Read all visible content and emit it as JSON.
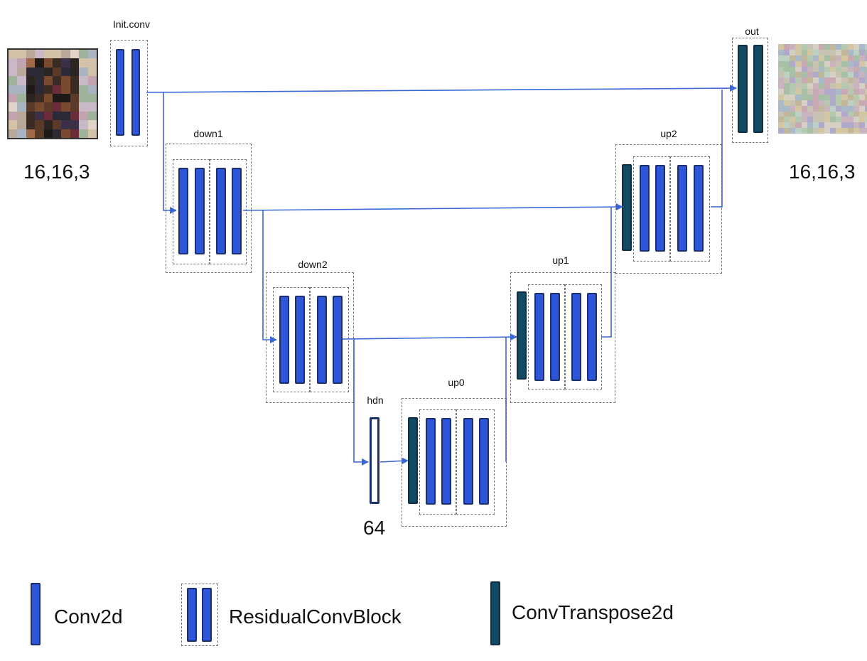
{
  "colors": {
    "conv2d": "#2f56d8",
    "conv_transpose": "#134a63",
    "arrow": "#3a67d6"
  },
  "labels": {
    "init_conv": "Init.conv",
    "down1": "down1",
    "down2": "down2",
    "hdn": "hdn",
    "up0": "up0",
    "up1": "up1",
    "up2": "up2",
    "out": "out"
  },
  "shapes": {
    "input": "16,16,3",
    "output": "16,16,3",
    "hidden": "64"
  },
  "legend": {
    "conv2d": "Conv2d",
    "residual": "ResidualConvBlock",
    "conv_transpose": "ConvTranspose2d"
  },
  "images": {
    "input": "pixel-art character sprite",
    "output": "noise image"
  }
}
